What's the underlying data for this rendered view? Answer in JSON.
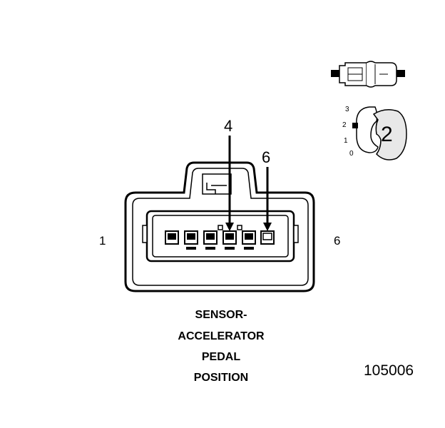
{
  "title_lines": [
    "SENSOR-",
    "ACCELERATOR",
    "PEDAL",
    "POSITION"
  ],
  "figure_number": "105006",
  "pin_end_left": "1",
  "pin_end_right": "6",
  "callouts": [
    "4",
    "6"
  ],
  "position_scale": [
    "3",
    "2",
    "1",
    "0"
  ],
  "position_value": "2"
}
